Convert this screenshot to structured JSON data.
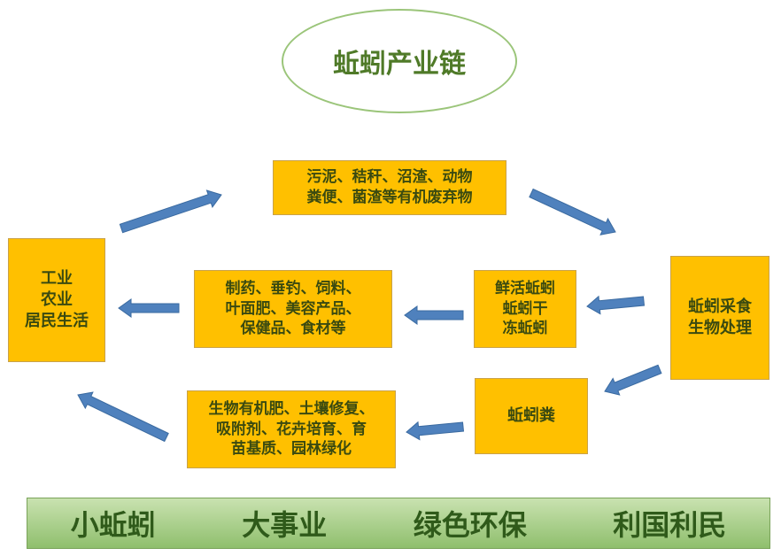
{
  "title": "蚯蚓产业链",
  "nodes": {
    "waste": "污泥、秸秆、沼渣、动物\n粪便、菌渣等有机废弃物",
    "process": "蚯蚓采食\n生物处理",
    "fresh_products": "鲜活蚯蚓\n蚯蚓干\n冻蚯蚓",
    "processed_products": "制药、垂钓、饲料、\n叶面肥、美容产品、\n保健品、食材等",
    "users": "工业\n农业\n居民生活",
    "manure": "蚯蚓粪",
    "manure_uses": "生物有机肥、土壤修复、\n吸附剂、花卉培育、育\n苗基质、园林绿化"
  },
  "slogans": [
    "小蚯蚓",
    "大事业",
    "绿色环保",
    "利国利民"
  ],
  "colors": {
    "box_fill": "#ffc000",
    "arrow": "#4f81bd",
    "title_text": "#4f7a28",
    "banner_text": "#2f5a1a"
  }
}
